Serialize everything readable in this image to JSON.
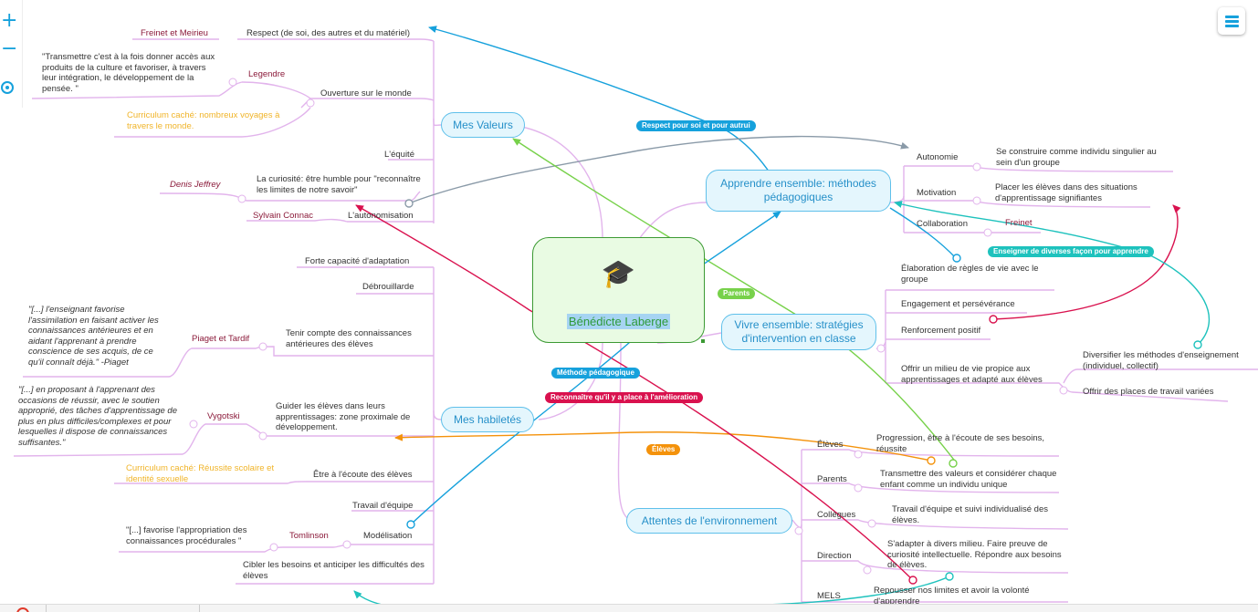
{
  "controls": {
    "zoom_in": "+",
    "zoom_out": "−"
  },
  "central": {
    "title": "Bénédicte Laberge",
    "icon": "graduation-cap-icon"
  },
  "main_topics": {
    "valeurs": "Mes Valeurs",
    "habiletes": "Mes habiletés",
    "apprendre": "Apprendre ensemble: méthodes pédagogiques",
    "vivre": "Vivre ensemble: stratégies d'intervention en classe",
    "attentes": "Attentes de l'environnement"
  },
  "valeurs": {
    "respect": "Respect (de soi, des autres et du matériel)",
    "respect_author": "Freinet et Meirieu",
    "ouverture": "Ouverture sur le monde",
    "ouverture_author": "Legendre",
    "ouverture_quote": "\"Transmettre c'est à la fois donner accès aux produits de la culture et favoriser, à travers leur intégration, le développement de la pensée. \"",
    "ouverture_curriculum": "Curriculum caché: nombreux voyages à travers le monde.",
    "equite": "L'équité",
    "curiosite": "La curiosité: être humble pour \"reconnaître les limites de notre savoir\"",
    "curiosite_author": "Denis Jeffrey",
    "autonomisation": "L'autonomisation",
    "autonomisation_author": "Sylvain Connac"
  },
  "habiletes": {
    "adaptation": "Forte capacité d'adaptation",
    "debrouillarde": "Débrouillarde",
    "connaissances": "Tenir compte des connaissances antérieures des élèves",
    "connaissances_author": "Piaget et Tardif",
    "connaissances_quote": "\"[...] l'enseignant favorise l'assimilation en faisant activer les connaissances antérieures et en aidant l'apprenant à prendre conscience de ses acquis, de ce qu'il connaît déjà.\" -Piaget",
    "guider": "Guider les élèves dans leurs apprentissages: zone proximale de développement.",
    "guider_author": "Vygotski",
    "guider_quote": "\"[...] en proposant à l'apprenant des occasions de réussir, avec le soutien approprié, des tâches d'apprentissage de plus en plus difficiles/complexes et pour lesquelles il dispose de connaissances suffisantes.\"",
    "ecoute_curriculum": "Curriculum caché: Réussite scolaire et identité sexuelle",
    "ecoute": "Être à l'écoute des élèves",
    "equipe": "Travail d'équipe",
    "modelisation": "Modélisation",
    "modelisation_author": "Tomlinson",
    "modelisation_quote": "\"[...] favorise l'appropriation des connaissances procédurales \"",
    "cibler": "Cibler les besoins et anticiper les difficultés des élèves"
  },
  "apprendre": {
    "autonomie": "Autonomie",
    "autonomie_detail": "Se construire comme individu singulier au sein d'un groupe",
    "motivation": "Motivation",
    "motivation_detail": "Placer les élèves dans des situations d'apprentissage signifiantes",
    "collaboration": "Collaboration",
    "collaboration_author": "Freinet"
  },
  "vivre": {
    "regles": "Élaboration de règles de vie avec le groupe",
    "engagement": "Engagement et persévérance",
    "renforcement": "Renforcement positif",
    "milieu": "Offrir un milieu de vie propice aux apprentissages et adapté aux élèves",
    "diversifier": "Diversifier les méthodes d'enseignement (individuel, collectif)",
    "places": "Offrir des places de travail variées"
  },
  "attentes": {
    "eleves": "Élèves",
    "eleves_detail": "Progression, être à l'écoute de ses besoins, réussite",
    "parents": "Parents",
    "parents_detail": "Transmettre des valeurs et considérer chaque enfant comme un individu unique",
    "collegues": "Collègues",
    "collegues_detail": "Travail d'équipe et suivi individualisé des élèves.",
    "direction": "Direction",
    "direction_detail": "S'adapter à divers milieu. Faire preuve de curiosité intellectuelle. Répondre aux besoins de élèves.",
    "mels": "MELS",
    "mels_detail": "Repousser nos limites et avoir la volonté d'apprendre"
  },
  "relations": {
    "respect": "Respect pour soi et pour autrui",
    "diverses": "Enseigner de diverses façon pour apprendre",
    "parents": "Parents",
    "methode": "Méthode pédagogique",
    "amelioration": "Reconnaître qu'il y a place à l'amélioration",
    "eleves": "Élèves"
  },
  "colors": {
    "branch": "#e2b4ec",
    "topic_border": "#5fc0ea",
    "topic_fill": "#e4f6fd",
    "author": "#8b1a3a",
    "curriculum": "#f0b429",
    "rel_blue": "#16a1dc",
    "rel_gray": "#8a9aa8",
    "rel_green": "#77d14a",
    "rel_red": "#d9114e",
    "rel_teal": "#1ec2bd",
    "rel_orange": "#f4920b",
    "central_border": "#3c9a34"
  }
}
